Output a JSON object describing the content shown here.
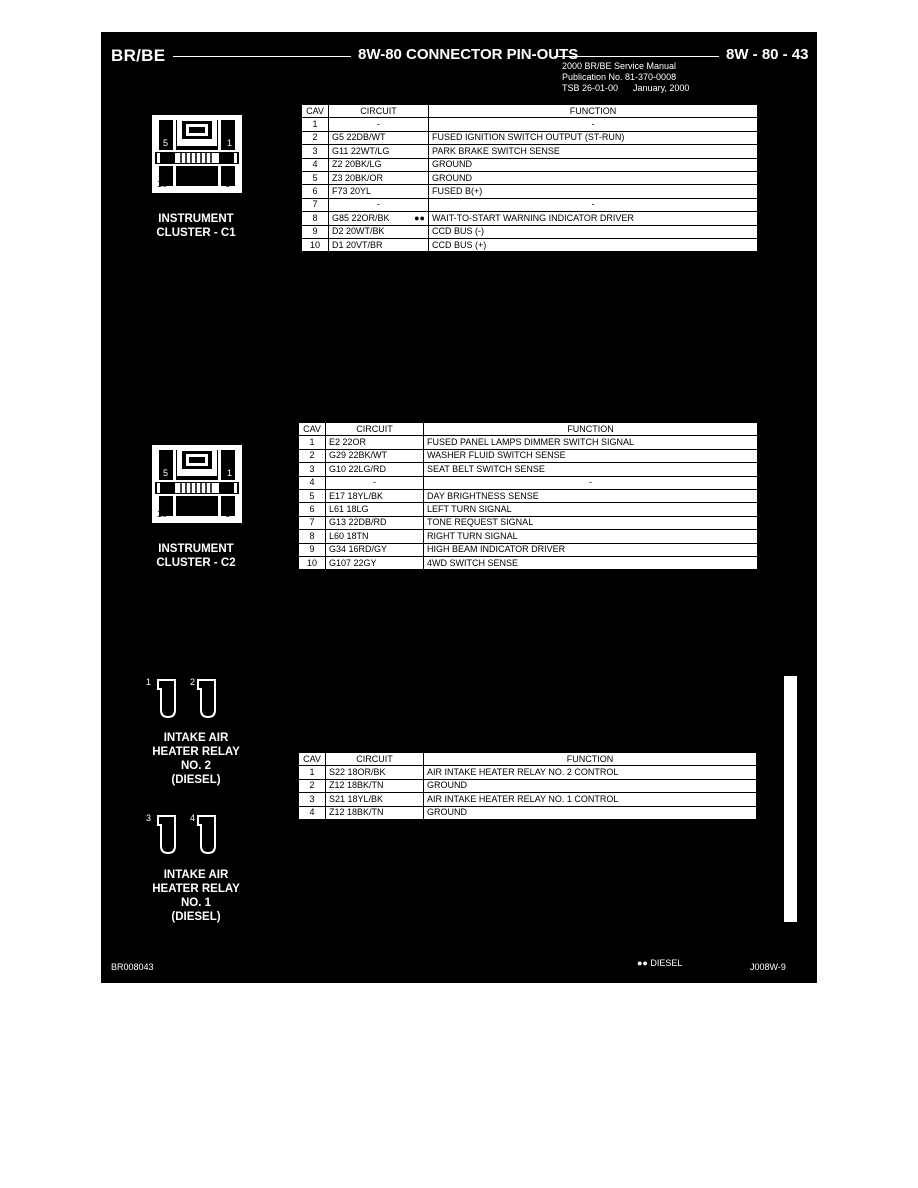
{
  "header": {
    "left": "BR/BE",
    "center": "8W-80 CONNECTOR PIN-OUTS",
    "right": "8W - 80 - 43",
    "publication": [
      "2000 BR/BE Service Manual",
      "Publication No. 81-370-0008",
      "TSB 26-01-00",
      "January, 2000"
    ]
  },
  "columns": {
    "cav": "CAV",
    "circuit": "CIRCUIT",
    "function": "FUNCTION"
  },
  "connectors": [
    {
      "caption": [
        "INSTRUMENT",
        "CLUSTER - C1"
      ],
      "pin_labels": [
        "5",
        "1",
        "10",
        "6"
      ],
      "rows": [
        {
          "cav": "1",
          "circuit": "-",
          "function": "-"
        },
        {
          "cav": "2",
          "circuit": "G5 22DB/WT",
          "function": "FUSED IGNITION SWITCH OUTPUT (ST-RUN)"
        },
        {
          "cav": "3",
          "circuit": "G11 22WT/LG",
          "function": "PARK BRAKE SWITCH SENSE"
        },
        {
          "cav": "4",
          "circuit": "Z2 20BK/LG",
          "function": "GROUND"
        },
        {
          "cav": "5",
          "circuit": "Z3 20BK/OR",
          "function": "GROUND"
        },
        {
          "cav": "6",
          "circuit": "F73 20YL",
          "function": "FUSED B(+)"
        },
        {
          "cav": "7",
          "circuit": "-",
          "function": "-"
        },
        {
          "cav": "8",
          "circuit": "G85 22OR/BK",
          "marker": "●●",
          "function": "WAIT-TO-START WARNING INDICATOR DRIVER"
        },
        {
          "cav": "9",
          "circuit": "D2 20WT/BK",
          "function": "CCD BUS (-)"
        },
        {
          "cav": "10",
          "circuit": "D1 20VT/BR",
          "function": "CCD BUS (+)"
        }
      ]
    },
    {
      "caption": [
        "INSTRUMENT",
        "CLUSTER - C2"
      ],
      "pin_labels": [
        "5",
        "1",
        "10",
        "6"
      ],
      "rows": [
        {
          "cav": "1",
          "circuit": "E2 22OR",
          "function": "FUSED PANEL LAMPS DIMMER SWITCH SIGNAL"
        },
        {
          "cav": "2",
          "circuit": "G29 22BK/WT",
          "function": "WASHER FLUID SWITCH SENSE"
        },
        {
          "cav": "3",
          "circuit": "G10 22LG/RD",
          "function": "SEAT BELT SWITCH SENSE"
        },
        {
          "cav": "4",
          "circuit": "-",
          "function": "-"
        },
        {
          "cav": "5",
          "circuit": "E17 18YL/BK",
          "function": "DAY BRIGHTNESS SENSE"
        },
        {
          "cav": "6",
          "circuit": "L61 18LG",
          "function": "LEFT TURN SIGNAL"
        },
        {
          "cav": "7",
          "circuit": "G13 22DB/RD",
          "function": "TONE REQUEST SIGNAL"
        },
        {
          "cav": "8",
          "circuit": "L60 18TN",
          "function": "RIGHT TURN SIGNAL"
        },
        {
          "cav": "9",
          "circuit": "G34 16RD/GY",
          "function": "HIGH BEAM INDICATOR DRIVER"
        },
        {
          "cav": "10",
          "circuit": "G107 22GY",
          "function": "4WD SWITCH SENSE"
        }
      ]
    },
    {
      "caption_relay2": [
        "INTAKE AIR",
        "HEATER RELAY",
        "NO. 2",
        "(DIESEL)"
      ],
      "caption_relay1": [
        "INTAKE AIR",
        "HEATER RELAY",
        "NO. 1",
        "(DIESEL)"
      ],
      "pin_labels": [
        "1",
        "2",
        "3",
        "4"
      ],
      "rows": [
        {
          "cav": "1",
          "circuit": "S22 18OR/BK",
          "function": "AIR INTAKE HEATER RELAY NO. 2 CONTROL"
        },
        {
          "cav": "2",
          "circuit": "Z12 18BK/TN",
          "function": "GROUND"
        },
        {
          "cav": "3",
          "circuit": "S21 18YL/BK",
          "function": "AIR INTAKE HEATER RELAY NO. 1 CONTROL"
        },
        {
          "cav": "4",
          "circuit": "Z12 18BK/TN",
          "function": "GROUND"
        }
      ]
    }
  ],
  "footer": {
    "left": "BR008043",
    "legend": "●● DIESEL",
    "right": "J008W-9"
  }
}
